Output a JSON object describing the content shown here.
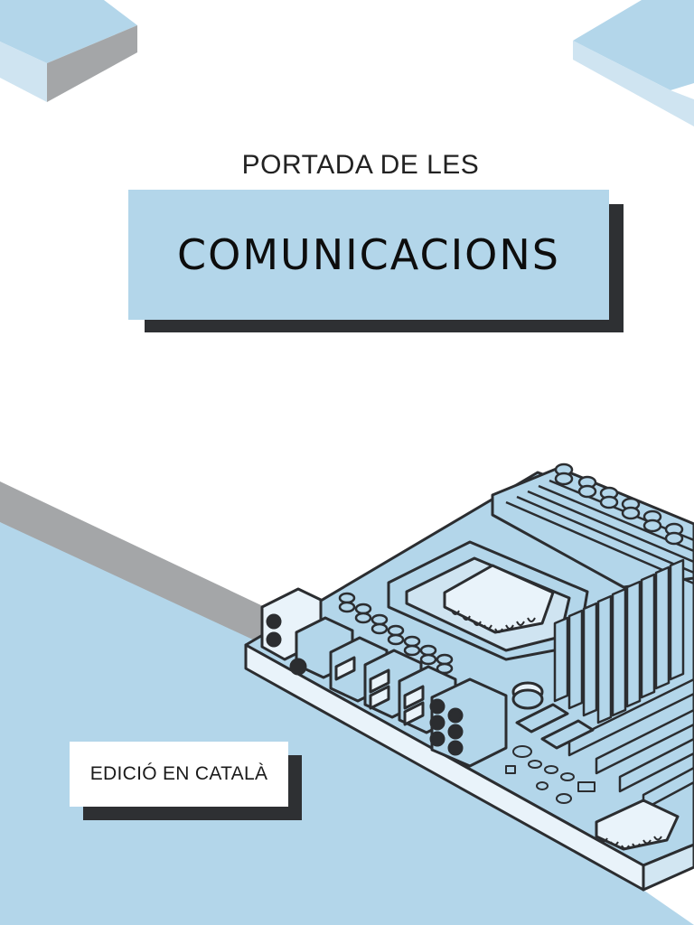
{
  "cover": {
    "subtitle": "PORTADA DE LES",
    "title": "COMUNICACIONS",
    "edition": "EDICIÓ EN CATALÀ"
  },
  "colors": {
    "background": "#ffffff",
    "accent_blue": "#b3d6ea",
    "light_blue": "#c9e2f0",
    "gray_stripe": "#a4a6a8",
    "shadow_dark": "#2e3033",
    "ink": "#2b2d30"
  },
  "illustration": {
    "icon": "motherboard-icon"
  }
}
